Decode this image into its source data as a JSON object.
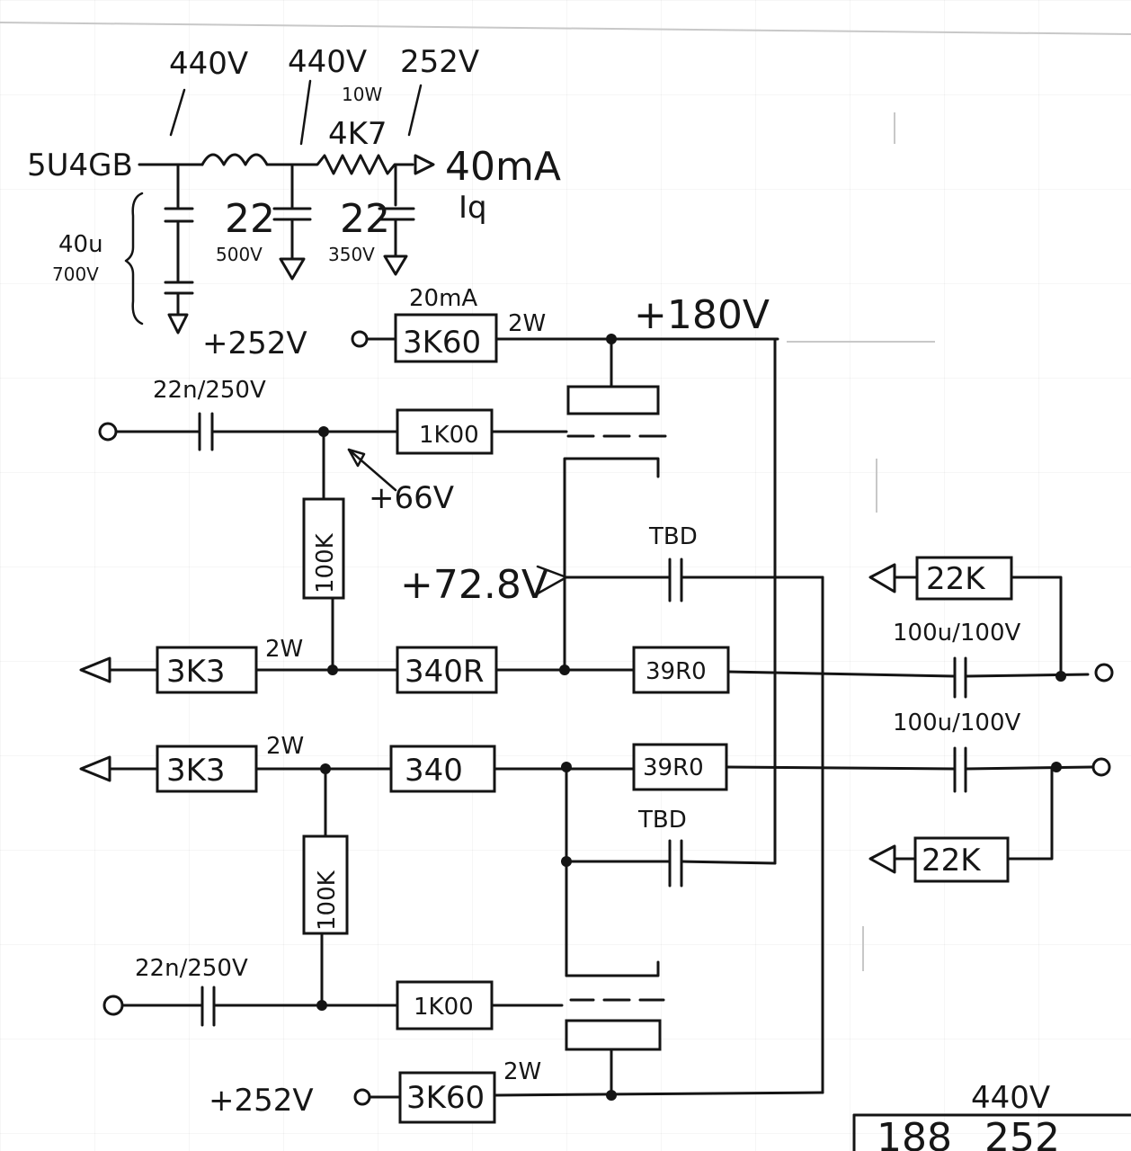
{
  "power_supply": {
    "rectifier": "5U4GB",
    "v1": "440V",
    "v2": "440V",
    "v3": "252V",
    "resistor_power": "10W",
    "resistor_value": "4K7",
    "current": "40mA",
    "current_label": "Iq",
    "cap_bank": "40u",
    "cap_bank_voltage": "700V",
    "cap2_value": "22",
    "cap2_voltage": "500V",
    "cap3_value": "22",
    "cap3_voltage": "350V"
  },
  "upper": {
    "supply_label": "+252V",
    "stage_current": "20mA",
    "plate_resistor": "3K60",
    "plate_resistor_power": "2W",
    "plate_voltage": "+180V",
    "input_cap": "22n/250V",
    "grid_stopper": "1K00",
    "grid_voltage": "+66V",
    "grid_leak": "100K",
    "cathode_voltage": "+72.8V",
    "coupling_cap": "TBD",
    "load_resistor": "3K3",
    "load_resistor_power": "2W",
    "cathode_resistor": "340R",
    "output_resistor": "39R0",
    "output_cap": "100u/100V",
    "feedback_resistor": "22K"
  },
  "lower": {
    "load_resistor": "3K3",
    "load_resistor_power": "2W",
    "cathode_resistor": "340",
    "output_resistor": "39R0",
    "output_cap": "100u/100V",
    "coupling_cap": "TBD",
    "feedback_resistor": "22K",
    "grid_leak": "100K",
    "input_cap": "22n/250V",
    "grid_stopper": "1K00",
    "supply_label": "+252V",
    "plate_resistor": "3K60",
    "plate_resistor_power": "2W"
  },
  "corner_note": {
    "value_top": "440V",
    "value_a": "188",
    "value_b": "252"
  }
}
